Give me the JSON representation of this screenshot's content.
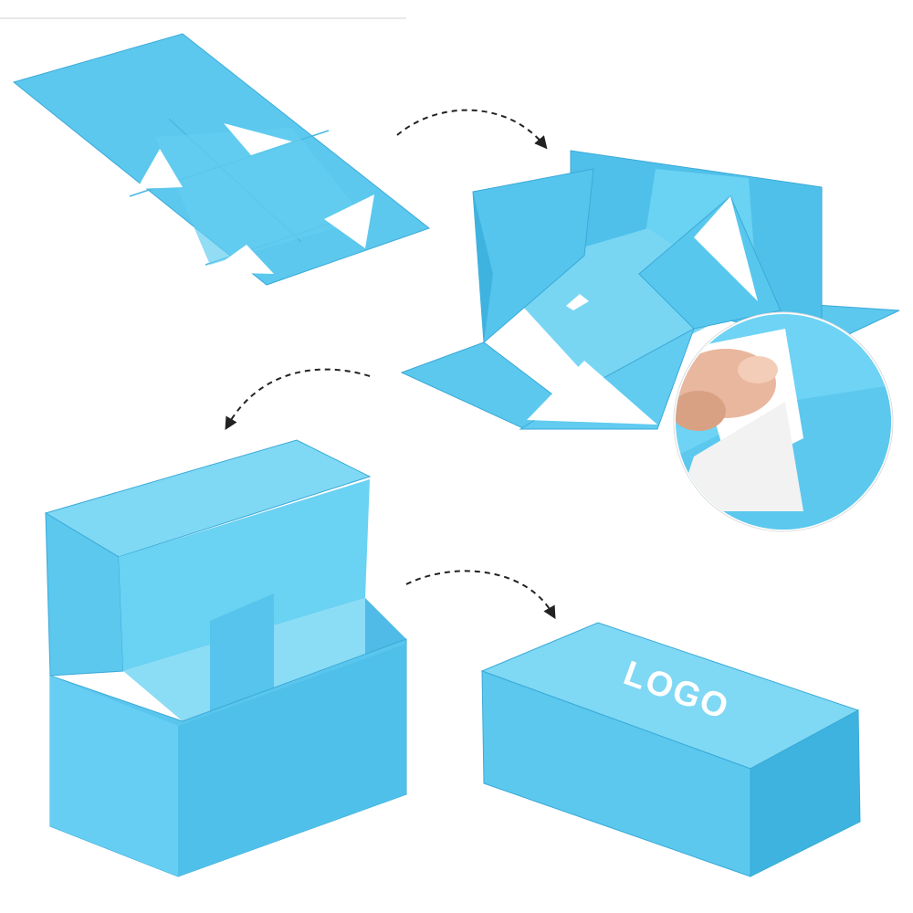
{
  "image": {
    "steps": [
      "flat-unfolded-box",
      "box-being-assembled",
      "open-box-with-lid",
      "closed-box-with-logo"
    ],
    "logo_text": "LOGO",
    "colors": {
      "box_light": "#7fd8f4",
      "box_mid": "#5cc8ee",
      "box_dark": "#3fb3e0",
      "box_edge": "#2ea0cf",
      "adhesive": "#ffffff",
      "arrow": "#222222"
    }
  }
}
